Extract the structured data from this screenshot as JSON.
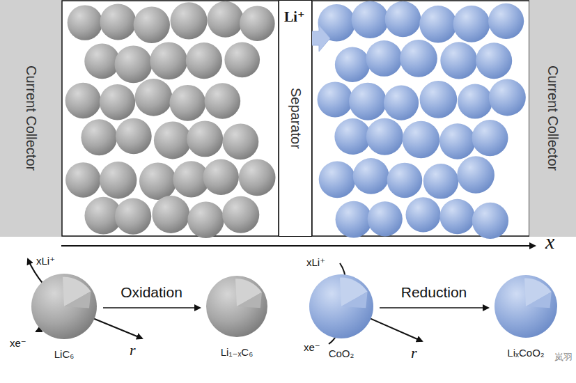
{
  "diagram": {
    "nodes": [
      {
        "text": [
          "Current Collector"
        ]
      },
      {
        "text": [
          "Separator"
        ]
      },
      {
        "text": [
          "Current Collector"
        ]
      },
      {
        "text": [
          "LiC₆"
        ]
      },
      {
        "text": [
          "Li₁₋ₓC₆"
        ]
      },
      {
        "text": [
          "CoO₂"
        ]
      },
      {
        "text": [
          "LiₓCoO₂"
        ]
      }
    ],
    "edges": [
      {
        "from": 3,
        "to": 4,
        "label": "Oxidation",
        "arrow": "to"
      },
      {
        "from": 5,
        "to": 6,
        "label": "Reduction",
        "arrow": "to"
      }
    ],
    "labels": [
      "Li⁺",
      "x",
      "xLi⁺",
      "xe⁻",
      "r",
      "xLi⁺",
      "xe⁻",
      "r",
      "岚羽"
    ]
  }
}
